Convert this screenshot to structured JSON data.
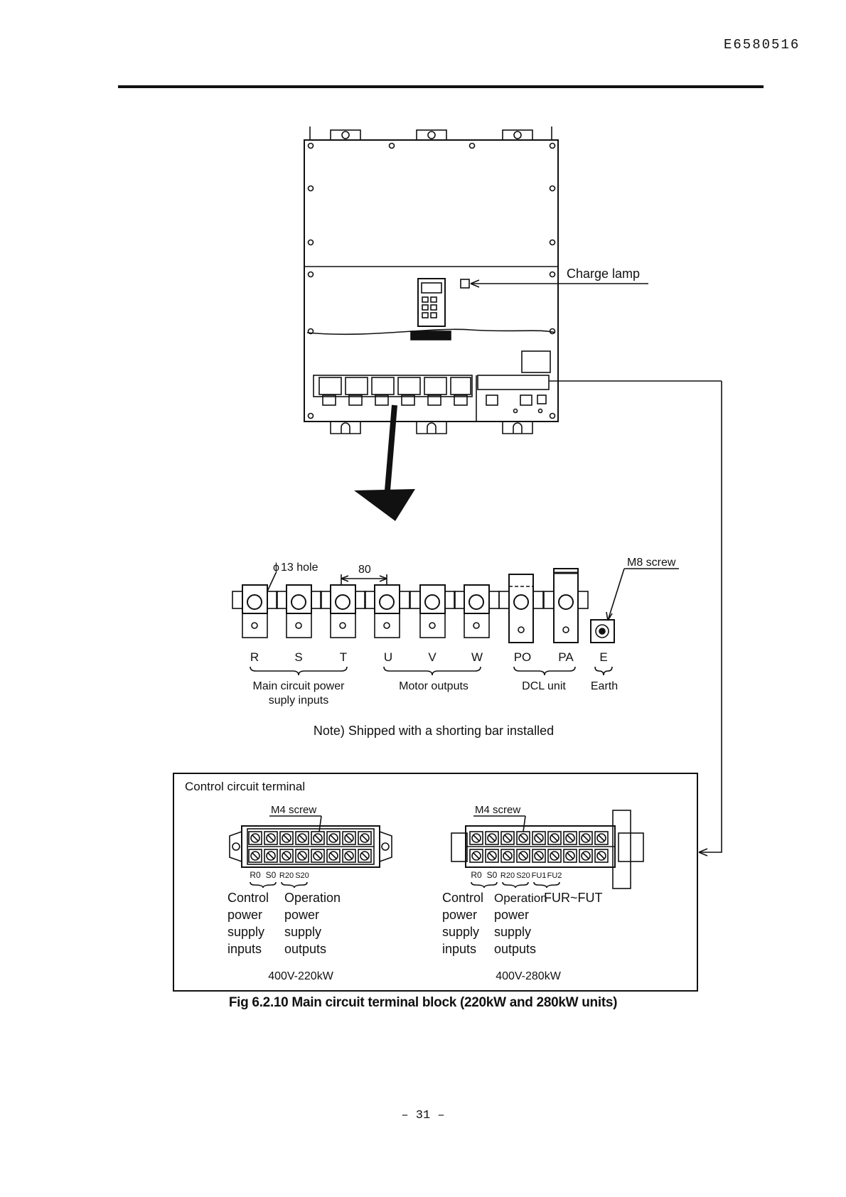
{
  "header": {
    "doc_id": "E6580516"
  },
  "inverter": {
    "charge_lamp_label": "Charge lamp"
  },
  "main_block": {
    "hole_label": "13 hole",
    "hole_symbol": "ϕ",
    "pitch_label": "80",
    "screw_label": "M8 screw",
    "terminals": [
      "R",
      "S",
      "T",
      "U",
      "V",
      "W",
      "PO",
      "PA",
      "E"
    ],
    "groups": {
      "main_power_line1": "Main circuit power",
      "main_power_line2": "suply inputs",
      "motor": "Motor outputs",
      "dcl": "DCL unit",
      "earth": "Earth"
    },
    "note": "Note) Shipped with a shorting bar installed"
  },
  "control": {
    "title": "Control circuit terminal",
    "left": {
      "screw_label": "M4 screw",
      "terminals": [
        "R0",
        "S0",
        "R20",
        "S20"
      ],
      "group1": [
        "Control",
        "power",
        "supply",
        "inputs"
      ],
      "group2": [
        "Operation",
        "power",
        "supply",
        "outputs"
      ],
      "model": "400V-220kW"
    },
    "right": {
      "screw_label": "M4 screw",
      "terminals": [
        "R0",
        "S0",
        "R20",
        "S20",
        "FU1",
        "FU2"
      ],
      "group1": [
        "Control",
        "power",
        "supply",
        "inputs"
      ],
      "group2": [
        "Operation",
        "power",
        "supply",
        "outputs"
      ],
      "group3": "FUR~FUT",
      "model": "400V-280kW"
    }
  },
  "caption": "Fig 6.2.10 Main circuit terminal block (220kW and 280kW units)",
  "footer": {
    "page_number": "– 31 –"
  }
}
